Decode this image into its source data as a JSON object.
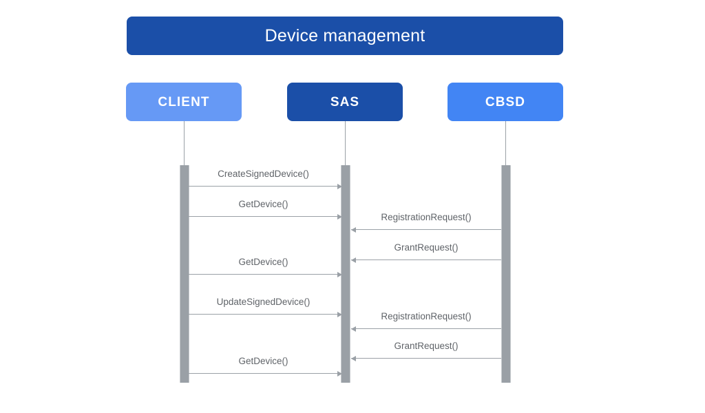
{
  "title": {
    "text": "Device management",
    "background": "#1B4FA8",
    "color": "#FFFFFF"
  },
  "participants": [
    {
      "id": "client",
      "label": "CLIENT",
      "color": "#6699F5"
    },
    {
      "id": "sas",
      "label": "SAS",
      "color": "#1B4FA8"
    },
    {
      "id": "cbsd",
      "label": "CBSD",
      "color": "#4285F4"
    }
  ],
  "colors": {
    "lifeline": "#9AA0A6",
    "activation_bar": "#9AA0A6",
    "message_line": "#9AA0A6",
    "message_text": "#5F6368",
    "canvas": "#FFFFFF"
  },
  "messages": [
    {
      "label": "CreateSignedDevice()",
      "from": "CLIENT",
      "to": "SAS",
      "direction": "right"
    },
    {
      "label": "GetDevice()",
      "from": "CLIENT",
      "to": "SAS",
      "direction": "right"
    },
    {
      "label": "RegistrationRequest()",
      "from": "CBSD",
      "to": "SAS",
      "direction": "left"
    },
    {
      "label": "GrantRequest()",
      "from": "CBSD",
      "to": "SAS",
      "direction": "left"
    },
    {
      "label": "GetDevice()",
      "from": "CLIENT",
      "to": "SAS",
      "direction": "right"
    },
    {
      "label": "UpdateSignedDevice()",
      "from": "CLIENT",
      "to": "SAS",
      "direction": "right"
    },
    {
      "label": "RegistrationRequest()",
      "from": "CBSD",
      "to": "SAS",
      "direction": "left"
    },
    {
      "label": "GrantRequest()",
      "from": "CBSD",
      "to": "SAS",
      "direction": "left"
    },
    {
      "label": "GetDevice()",
      "from": "CLIENT",
      "to": "SAS",
      "direction": "right"
    }
  ]
}
